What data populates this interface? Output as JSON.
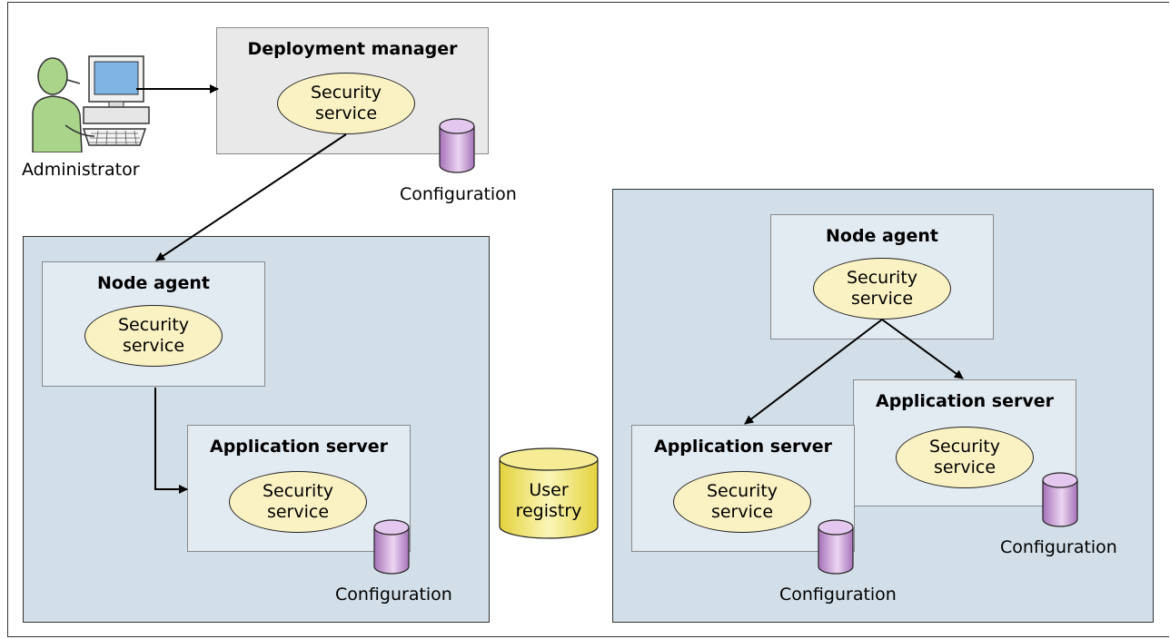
{
  "administrator": {
    "label": "Administrator",
    "icon": "administrator-icon"
  },
  "deployment_manager": {
    "title": "Deployment manager",
    "service": [
      "Security",
      "service"
    ],
    "config_label": "Configuration"
  },
  "left_node": {
    "node_agent": {
      "title": "Node agent",
      "service": [
        "Security",
        "service"
      ]
    },
    "app_server": {
      "title": "Application server",
      "service": [
        "Security",
        "service"
      ],
      "config_label": "Configuration"
    }
  },
  "user_registry": {
    "label": [
      "User",
      "registry"
    ],
    "color": "#f3e87a"
  },
  "right_node": {
    "node_agent": {
      "title": "Node agent",
      "service": [
        "Security",
        "service"
      ]
    },
    "app_server_front": {
      "title": "Application server",
      "service": [
        "Security",
        "service"
      ],
      "config_label": "Configuration"
    },
    "app_server_back": {
      "title": "Application server",
      "service": [
        "Security",
        "service"
      ],
      "config_label": "Configuration"
    }
  },
  "colors": {
    "node_background": "#d3dfe8",
    "server_box": "#e3ebf2",
    "manager_box": "#e9e9e9",
    "service_oval": "#fbf2c4",
    "config_cylinder": "#c79bd6",
    "registry_cylinder": "#f3e87a"
  }
}
